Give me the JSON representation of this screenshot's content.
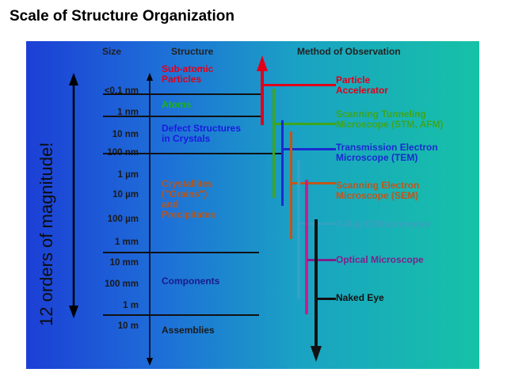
{
  "title": "Scale of Structure Organization",
  "headers": {
    "size": "Size",
    "structure": "Structure",
    "method": "Method of Observation"
  },
  "orders_label": "12 orders of magnitude!",
  "sizes": [
    "<0.1 nm",
    "1 nm",
    "10 nm",
    "100 nm",
    "1 µm",
    "10 µm",
    "100 µm",
    "1 mm",
    "10 mm",
    "100 mm",
    "1 m",
    "10 m"
  ],
  "structures": [
    {
      "l1": "Sub-atomic",
      "l2": "Particles",
      "l3": "",
      "l4": "",
      "color": "#e0001a"
    },
    {
      "l1": "Atoms",
      "l2": "",
      "l3": "",
      "l4": "",
      "color": "#1bb31b"
    },
    {
      "l1": "Defect Structures",
      "l2": "in Crystals",
      "l3": "",
      "l4": "",
      "color": "#1a1ae0"
    },
    {
      "l1": "Crystallites",
      "l2": "(\"Grains\")",
      "l3": "and",
      "l4": "Precipitates",
      "color": "#b8561a"
    },
    {
      "l1": "Components",
      "l2": "",
      "l3": "",
      "l4": "",
      "color": "#1a1a8c"
    },
    {
      "l1": "Assemblies",
      "l2": "",
      "l3": "",
      "l4": "",
      "color": "#1a1a1a"
    }
  ],
  "methods": [
    {
      "l1": "Particle",
      "l2": "Accelerator",
      "color": "#e0001a"
    },
    {
      "l1": "Scanning Tunneling",
      "l2": "Microscope (STM, AFM)",
      "color": "#3fa51a"
    },
    {
      "l1": "Transmission Electron",
      "l2": "Microscope (TEM)",
      "color": "#1a2ad0"
    },
    {
      "l1": "Scanning Electron",
      "l2": "Microscope (SEM)",
      "color": "#c0561a"
    },
    {
      "l1": "X-Ray Diffractometer",
      "l2": "",
      "color": "#3a9fc0"
    },
    {
      "l1": "Optical Microscope",
      "l2": "",
      "color": "#80208a"
    },
    {
      "l1": "Naked Eye",
      "l2": "",
      "color": "#111111"
    }
  ]
}
